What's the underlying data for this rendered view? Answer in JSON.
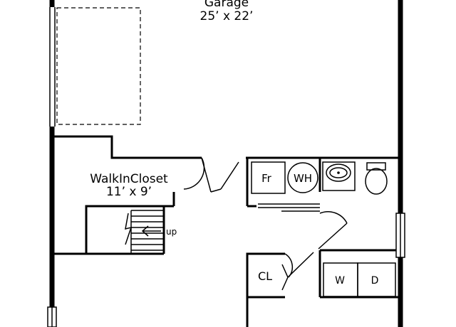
{
  "rooms": {
    "garage": {
      "name": "Garage",
      "size": "25’ x 22’"
    },
    "walkin_closet": {
      "name": "WalkInCloset",
      "size": "11’ x 9’"
    }
  },
  "fixtures": {
    "furnace": "Fr",
    "water_heater": "WH",
    "closet": "CL",
    "washer": "W",
    "dryer": "D"
  },
  "annotations": {
    "stairs_direction": "up"
  }
}
